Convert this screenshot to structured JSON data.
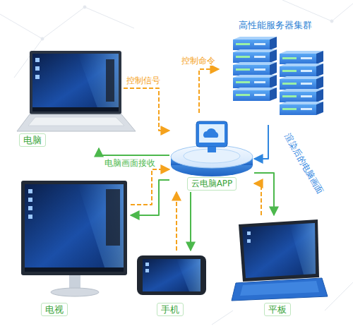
{
  "diagram": {
    "nodes": [
      {
        "text": [
          "高性能服务器集群"
        ]
      },
      {
        "text": [
          "云电脑APP"
        ]
      },
      {
        "text": [
          "电脑"
        ]
      },
      {
        "text": [
          "电视"
        ]
      },
      {
        "text": [
          "手机"
        ]
      },
      {
        "text": [
          "平板"
        ]
      }
    ],
    "edges": [
      {
        "from": 1,
        "to": 0,
        "label": "控制命令",
        "arrow": "to"
      },
      {
        "from": 0,
        "to": 1,
        "label": "渲染后的电脑画面",
        "arrow": "to"
      },
      {
        "from": 2,
        "to": 1,
        "label": "控制信号",
        "arrow": "to"
      },
      {
        "from": 1,
        "to": 2,
        "label": "电脑画面接收",
        "arrow": "to"
      },
      {
        "from": 3,
        "to": 1,
        "arrow": "to"
      },
      {
        "from": 1,
        "to": 3,
        "arrow": "to"
      },
      {
        "from": 4,
        "to": 1,
        "arrow": "to"
      },
      {
        "from": 1,
        "to": 4,
        "arrow": "to"
      },
      {
        "from": 5,
        "to": 1,
        "arrow": "to"
      },
      {
        "from": 1,
        "to": 5,
        "arrow": "to"
      }
    ]
  }
}
